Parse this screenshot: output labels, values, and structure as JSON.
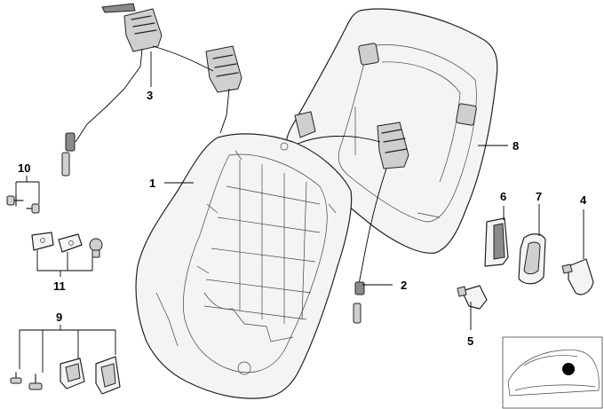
{
  "callouts": {
    "c1": "1",
    "c2": "2",
    "c3": "3",
    "c4": "4",
    "c5": "5",
    "c6": "6",
    "c7": "7",
    "c8": "8",
    "c9": "9",
    "c10": "10",
    "c11": "11"
  },
  "colors": {
    "line": "#222222",
    "background": "#ffffff",
    "marker": "#000000"
  }
}
